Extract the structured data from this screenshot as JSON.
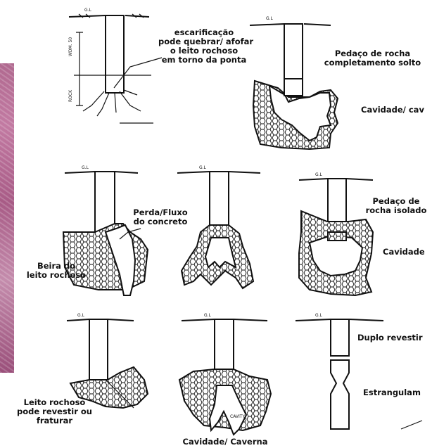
{
  "labels": {
    "a_scarification": [
      "escarificação",
      "pode quebrar/ afofar",
      "o leito rochoso",
      "em torno da ponta"
    ],
    "b_loose_rock": [
      "Pedaço de rocha",
      "completamento solto"
    ],
    "b_cavity": "Cavidade/ cav",
    "c_loss": [
      "Perda/Fluxo",
      "do concreto"
    ],
    "c_edge": [
      "Beira do",
      "leito rochoso"
    ],
    "d_isolated": [
      "Pedaço de",
      "rocha isolado"
    ],
    "d_cavity": "Cavidade",
    "e_bedrock": [
      "Leito rochoso",
      "pode revestir ou",
      "fraturar"
    ],
    "f_cavity": "Cavidade/ Caverna",
    "g_double": "Duplo revestir",
    "g_necking": "Estrangulam"
  },
  "drawing_text": {
    "gl": "G.L",
    "wdm": "WDM. 50",
    "rock": "ROCK",
    "cavity_small": "CAVITY"
  },
  "colors": {
    "ink": "#111111",
    "photo": "#b0698f"
  }
}
